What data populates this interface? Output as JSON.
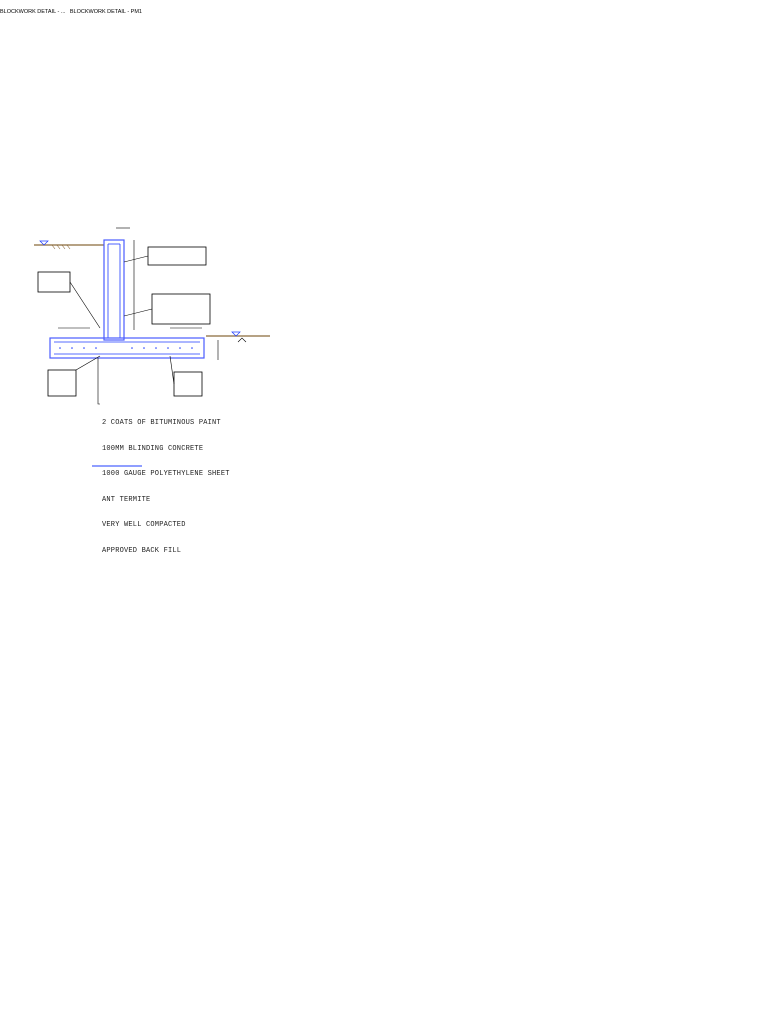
{
  "notes": {
    "footing_spec_lines": [
      "2 COATS OF BITUMINOUS PAINT",
      "100MM BLINDING CONCRETE",
      "1000 GAUGE POLYETHYLENE SHEET",
      "ANT TERMITE",
      "VERY WELL COMPACTED",
      "APPROVED BACK FILL"
    ]
  },
  "colors": {
    "wall_outline": "#4a5cff",
    "rebar_blue": "#1f3cff",
    "rebar_red": "#e0202c",
    "ground": "#8b6a3a",
    "cloud_border": "#e0202c",
    "linework": "#000000"
  },
  "detail_panels": {
    "left_title": "BLOCKWORK DETAIL - ...",
    "right_title": "BLOCKWORK DETAIL - PM1"
  }
}
